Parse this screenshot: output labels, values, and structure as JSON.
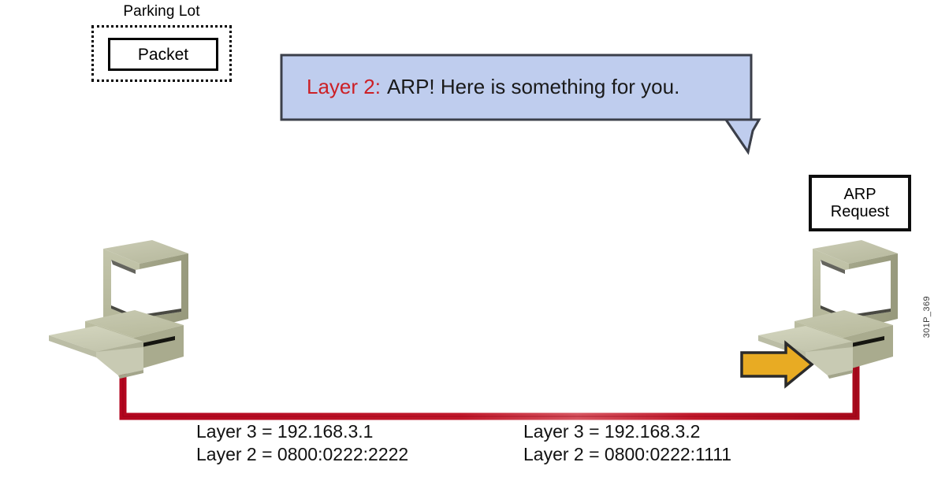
{
  "diagram": {
    "title_watermark": "301P_369",
    "parking_lot": {
      "title": "Parking Lot",
      "packet_label": "Packet"
    },
    "speech_bubble": {
      "label_prefix": "Layer 2:",
      "message": "ARP! Here is something for you.",
      "fill_color": "#bfcdee",
      "border_color": "#3b3f4a",
      "prefix_color": "#cc2026",
      "text_color": "#1a1a1a"
    },
    "arp_box": {
      "line1": "ARP",
      "line2": "Request"
    },
    "arrow": {
      "direction": "right",
      "fill_color": "#e8ab23",
      "border_color": "#2b2b2b"
    },
    "cable": {
      "color": "#c0182b"
    },
    "hosts": [
      {
        "name": "host-left",
        "layer3_label": "Layer 3 = 192.168.3.1",
        "layer2_label": "Layer 2 = 0800:0222:2222"
      },
      {
        "name": "host-right",
        "layer3_label": "Layer 3 = 192.168.3.2",
        "layer2_label": "Layer 2 = 0800:0222:1111"
      }
    ],
    "computer_colors": {
      "case_top": "#c3c5ab",
      "case_front": "#b5b79b",
      "case_side": "#9fa184",
      "screen": "#ffffff",
      "keyboard": "#cdcfb8"
    }
  }
}
